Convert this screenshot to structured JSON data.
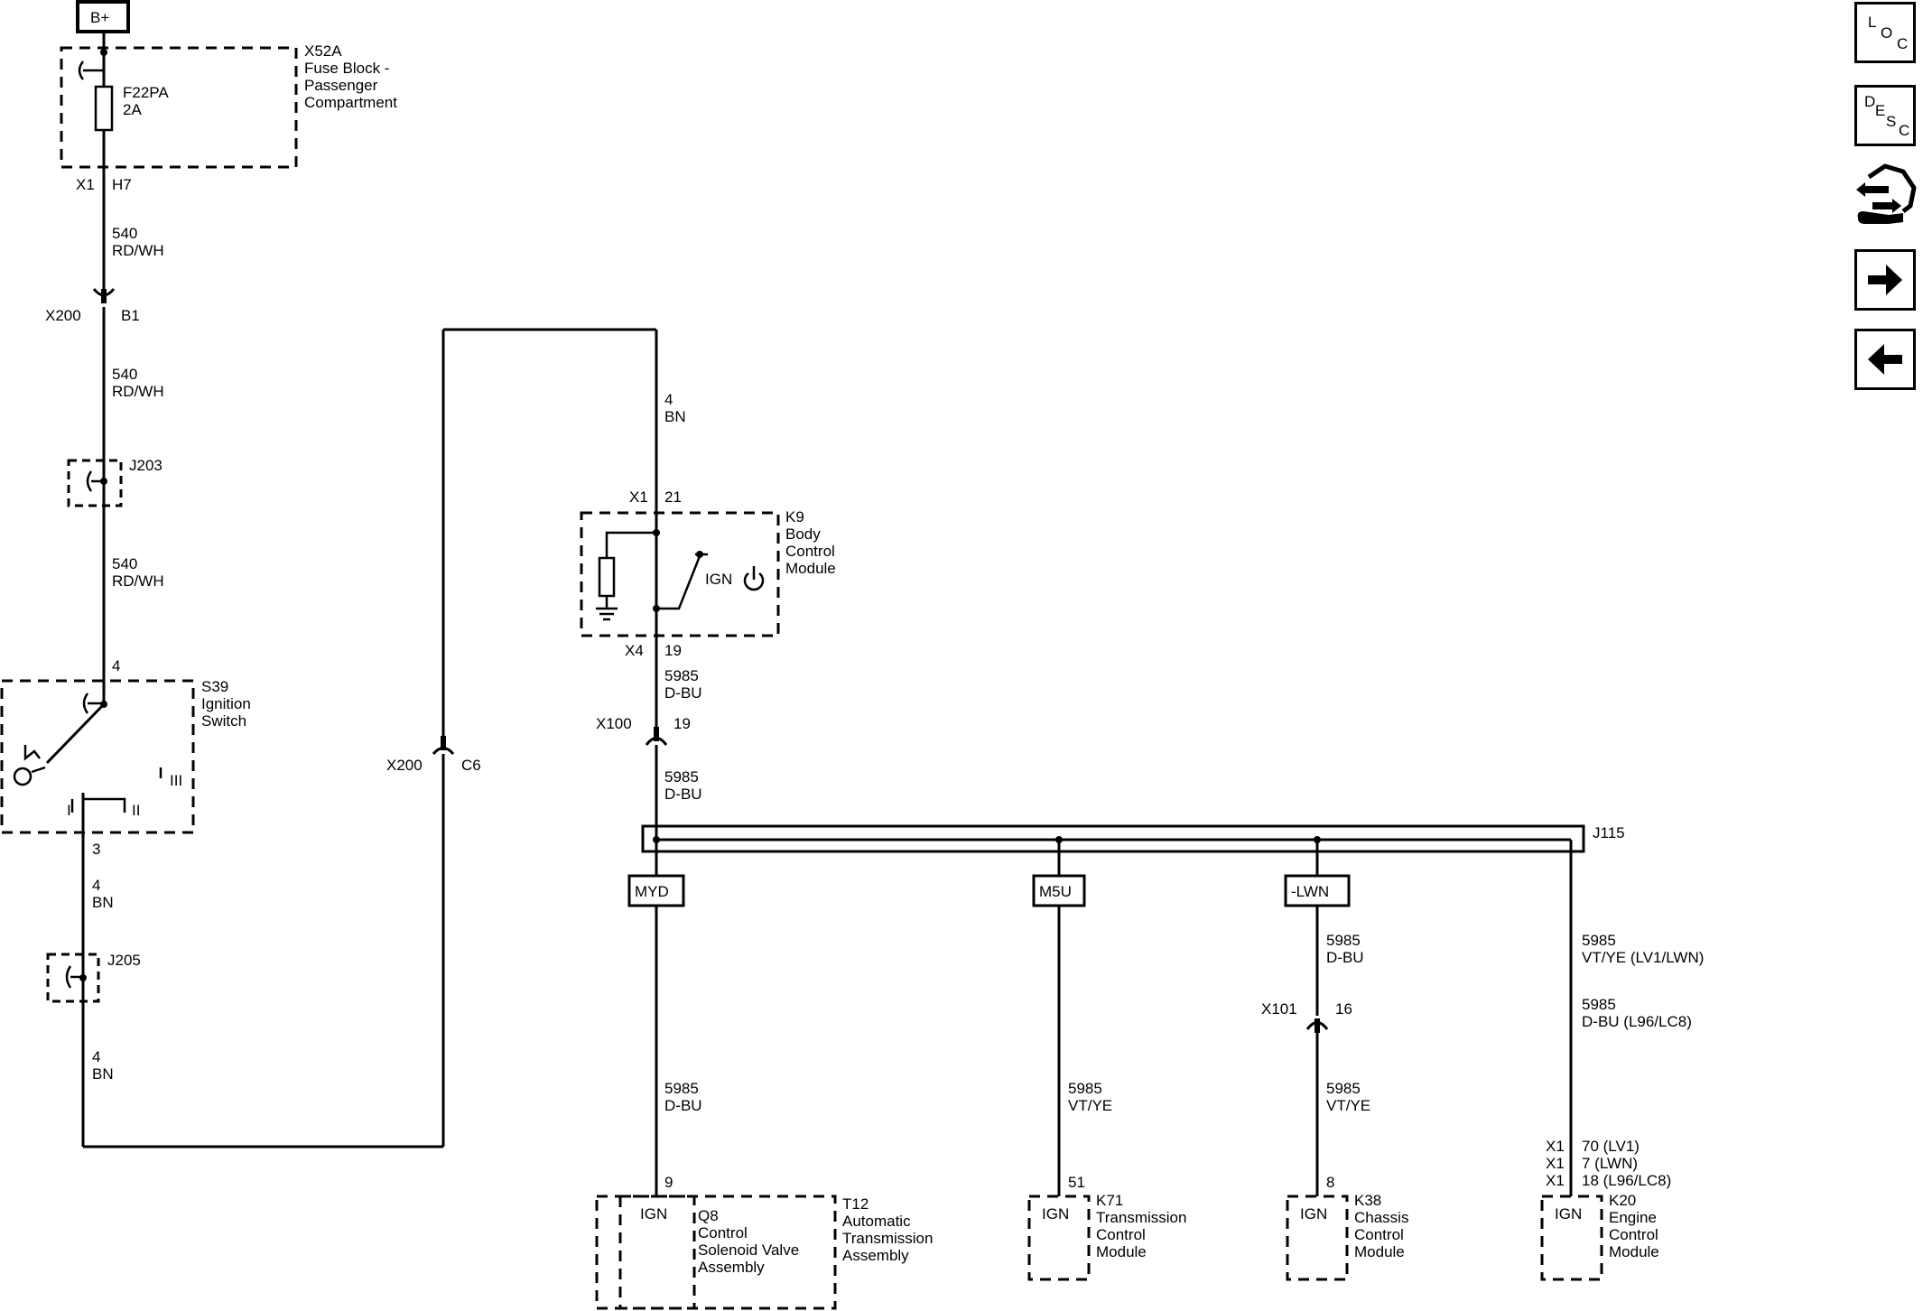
{
  "power": {
    "label": "B+"
  },
  "fuse_block": {
    "id": "X52A",
    "line1": "Fuse Block -",
    "line2": "Passenger",
    "line3": "Compartment",
    "fuse_id": "F22PA",
    "fuse_rating": "2A",
    "conn": "X1",
    "pin": "H7"
  },
  "wires": {
    "w540_1": {
      "num": "540",
      "color": "RD/WH"
    },
    "w540_2": {
      "num": "540",
      "color": "RD/WH"
    },
    "w540_3": {
      "num": "540",
      "color": "RD/WH"
    },
    "w4_bn_a": {
      "num": "4",
      "color": "BN"
    },
    "w4_bn_b": {
      "num": "4",
      "color": "BN"
    },
    "w4_bn_top": {
      "num": "4",
      "color": "BN"
    },
    "w5985_a": {
      "num": "5985",
      "color": "D-BU"
    },
    "w5985_b": {
      "num": "5985",
      "color": "D-BU"
    },
    "w5985_q8": {
      "num": "5985",
      "color": "D-BU"
    },
    "w5985_k71": {
      "num": "5985",
      "color": "VT/YE"
    },
    "w5985_k38_top": {
      "num": "5985",
      "color": "D-BU"
    },
    "w5985_k38_bot": {
      "num": "5985",
      "color": "VT/YE"
    },
    "w5985_k20_a": {
      "num": "5985",
      "color": "VT/YE (LV1/LWN)"
    },
    "w5985_k20_b": {
      "num": "5985",
      "color": "D-BU (L96/LC8)"
    }
  },
  "connectors": {
    "x200_b1": {
      "conn": "X200",
      "pin": "B1"
    },
    "x200_c6": {
      "conn": "X200",
      "pin": "C6"
    },
    "x100": {
      "conn": "X100",
      "pin": "19"
    },
    "x101": {
      "conn": "X101",
      "pin": "16"
    }
  },
  "splices": {
    "j203": "J203",
    "j205": "J205",
    "j115": "J115"
  },
  "ignition_switch": {
    "id": "S39",
    "line1": "Ignition",
    "line2": "Switch",
    "pin_top": "4",
    "pin_bottom": "3",
    "pos_i": "I",
    "pos_ii": "II",
    "pos_iii": "III"
  },
  "bcm": {
    "id": "K9",
    "line1": "Body",
    "line2": "Control",
    "line3": "Module",
    "conn_top": "X1",
    "pin_top": "21",
    "conn_bottom": "X4",
    "pin_bottom": "19",
    "ign_label": "IGN"
  },
  "options": {
    "myd": "MYD",
    "m5u": "M5U",
    "lwn": "-LWN"
  },
  "q8": {
    "pin": "9",
    "ign": "IGN",
    "id": "Q8",
    "line1": "Control",
    "line2": "Solenoid Valve",
    "line3": "Assembly",
    "parent_id": "T12",
    "parent_line1": "Automatic",
    "parent_line2": "Transmission",
    "parent_line3": "Assembly"
  },
  "k71": {
    "pin": "51",
    "ign": "IGN",
    "id": "K71",
    "line1": "Transmission",
    "line2": "Control",
    "line3": "Module"
  },
  "k38": {
    "pin": "8",
    "ign": "IGN",
    "id": "K38",
    "line1": "Chassis",
    "line2": "Control",
    "line3": "Module"
  },
  "k20": {
    "conn1": "X1",
    "pin1": "70 (LV1)",
    "conn2": "X1",
    "pin2": "7 (LWN)",
    "conn3": "X1",
    "pin3": "18 (L96/LC8)",
    "ign": "IGN",
    "id": "K20",
    "line1": "Engine",
    "line2": "Control",
    "line3": "Module"
  },
  "nav": {
    "loc": {
      "l1": "L",
      "l2": "O",
      "l3": "C"
    },
    "desc": {
      "l1": "D",
      "l2": "E",
      "l3": "S",
      "l4": "C"
    },
    "connector_icon": "connector-view-icon",
    "next_icon": "arrow-right-icon",
    "prev_icon": "arrow-left-icon"
  }
}
